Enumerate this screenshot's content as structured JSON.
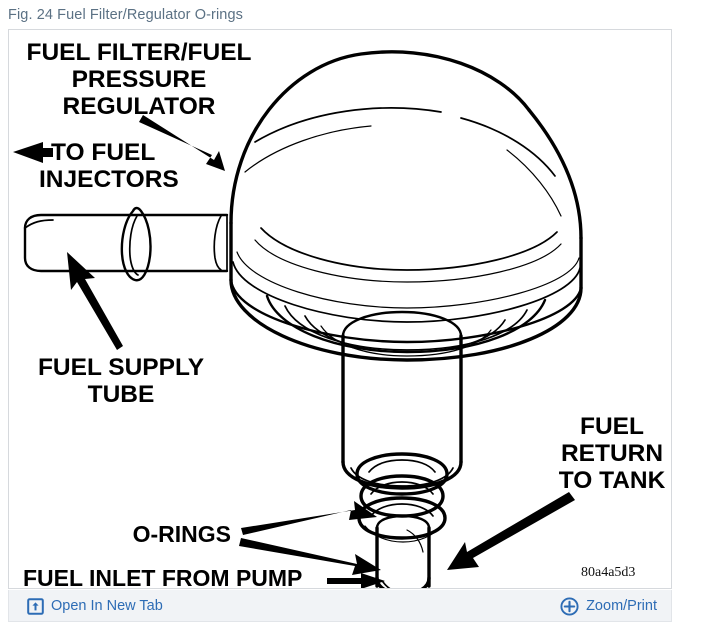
{
  "figure": {
    "caption": "Fig. 24 Fuel Filter/Regulator O-rings",
    "watermark_code": "80a4a5d3"
  },
  "diagram": {
    "type": "technical-line-drawing",
    "subject": "Fuel filter / fuel pressure regulator canister with O-rings",
    "labels": [
      {
        "name": "fuel-filter-regulator",
        "lines": [
          "FUEL FILTER/FUEL",
          "PRESSURE",
          "REGULATOR"
        ],
        "text": "FUEL FILTER/FUEL PRESSURE REGULATOR",
        "align": "center",
        "callout": "arrow pointing down-right to canister body"
      },
      {
        "name": "to-fuel-injectors",
        "lines": [
          "TO FUEL",
          "INJECTORS"
        ],
        "text": "TO FUEL INJECTORS",
        "align": "left",
        "callout": "arrow pointing left along outlet tube"
      },
      {
        "name": "fuel-supply-tube",
        "lines": [
          "FUEL SUPPLY",
          "TUBE"
        ],
        "text": "FUEL SUPPLY TUBE",
        "align": "center",
        "callout": "arrow pointing up-left to tube"
      },
      {
        "name": "fuel-return-to-tank",
        "lines": [
          "FUEL",
          "RETURN",
          "TO TANK"
        ],
        "text": "FUEL RETURN TO TANK",
        "align": "center",
        "callout": "arrow pointing down-left to lower fitting"
      },
      {
        "name": "o-rings",
        "lines": [
          "O-RINGS"
        ],
        "text": "O-RINGS",
        "align": "right",
        "callout": "two arrows branching right to the sealing rings"
      },
      {
        "name": "fuel-inlet-from-pump",
        "lines": [
          "FUEL INLET FROM PUMP"
        ],
        "text": "FUEL INLET FROM PUMP",
        "align": "left",
        "callout": "horizontal arrow pointing right to inlet nipple"
      }
    ]
  },
  "toolbar": {
    "open_in_new_tab": "Open In New Tab",
    "zoom_print": "Zoom/Print",
    "open_icon": "external-link-icon",
    "zoom_icon": "plus-circle-icon"
  },
  "colors": {
    "caption_text": "#5b7184",
    "link_blue": "#2d6cb5",
    "toolbar_bg": "#f1f3f6",
    "frame_border": "#d6d9dd",
    "ink": "#000000"
  }
}
